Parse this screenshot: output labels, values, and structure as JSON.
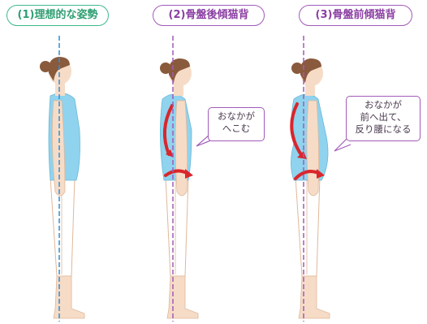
{
  "panels": [
    {
      "title": "(1)理想的な姿勢",
      "color": "#2e9e72"
    },
    {
      "title": "(2)骨盤後傾猫背",
      "color": "#8b3fa3"
    },
    {
      "title": "(3)骨盤前傾猫背",
      "color": "#8b3fa3"
    }
  ],
  "callouts": {
    "panel2": [
      "おなかが",
      "へこむ"
    ],
    "panel3": [
      "おなかが",
      "前へ出て、",
      "反り腰になる"
    ]
  },
  "colors": {
    "skin": "#f6dcc7",
    "hair": "#8a5a3c",
    "top": "#8fd3ee",
    "pants": "#ffffff",
    "plumb_line_ideal": "#2f8fd6",
    "plumb_line_bad": "#a25ab9",
    "spine_arrow": "#d9262c",
    "callout_border": "#a25ab9"
  }
}
